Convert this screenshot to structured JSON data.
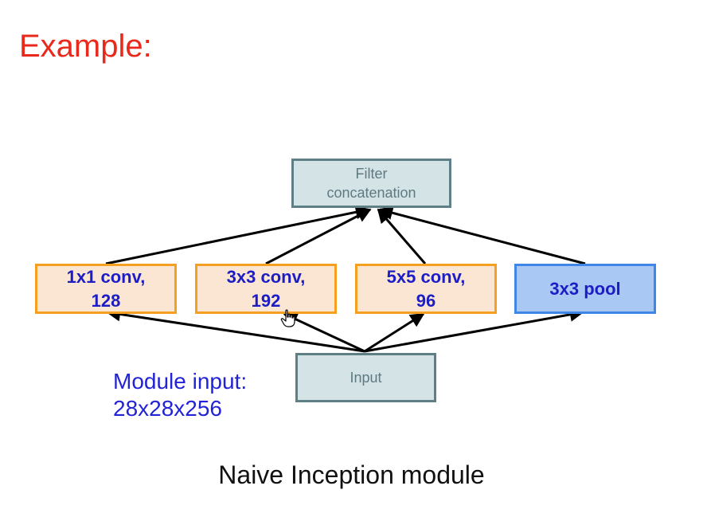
{
  "title": "Example:",
  "nodes": {
    "filter_concat": {
      "line1": "Filter",
      "line2": "concatenation"
    },
    "conv1": {
      "line1": "1x1 conv,",
      "line2": "128"
    },
    "conv3": {
      "line1": "3x3 conv,",
      "line2": "192"
    },
    "conv5": {
      "line1": "5x5 conv,",
      "line2": "96"
    },
    "pool": {
      "label": "3x3 pool"
    },
    "input": {
      "label": "Input"
    }
  },
  "module_input": {
    "line1": "Module input:",
    "line2": "28x28x256"
  },
  "caption": "Naive Inception module",
  "colors": {
    "title": "#e8291c",
    "conv_fill": "#fae6d3",
    "conv_border": "#f5a020",
    "pool_fill": "#a9c8f4",
    "pool_border": "#3f86e6",
    "gray_fill": "#d4e3e6",
    "gray_border": "#5f7f86",
    "label_blue": "#1d1dc6"
  },
  "icons": [
    "hand-cursor-icon"
  ]
}
